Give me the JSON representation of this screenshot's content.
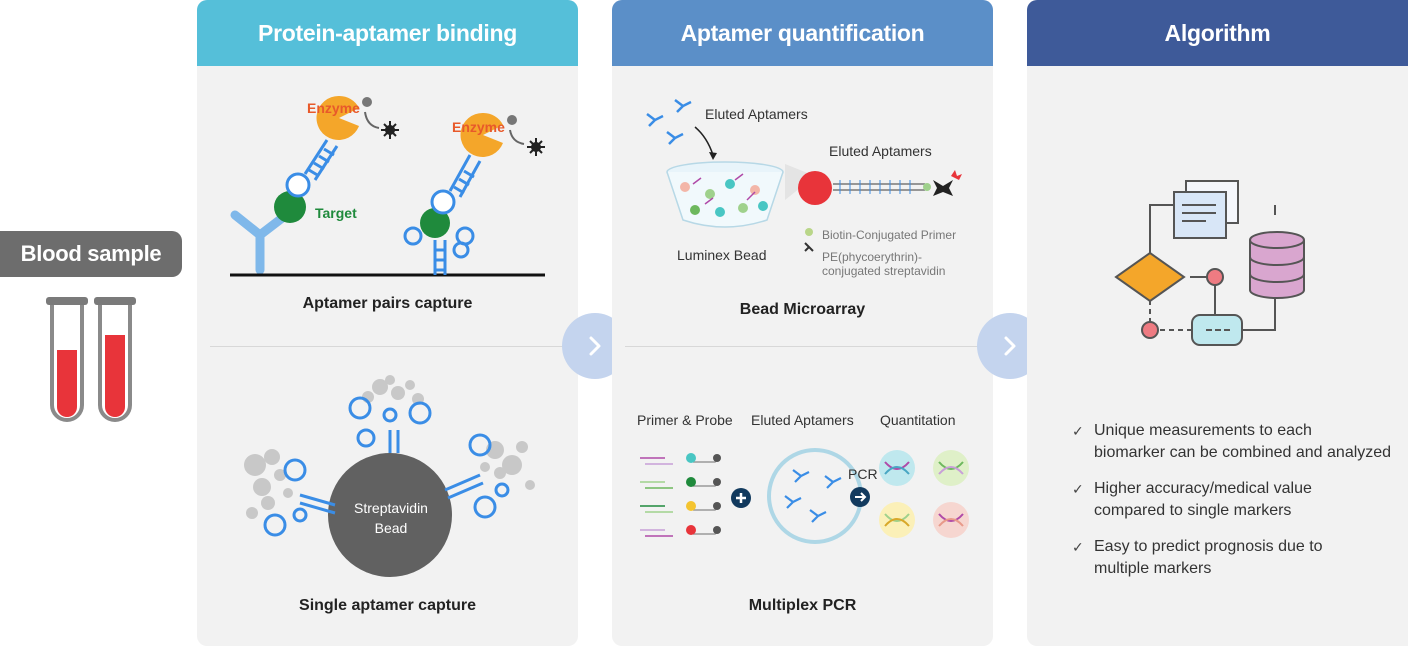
{
  "blood_sample": {
    "label": "Blood sample"
  },
  "panels": [
    {
      "title": "Protein-aptamer binding",
      "color": "#55bfd9",
      "captions": [
        "Aptamer pairs capture",
        "Single aptamer capture"
      ],
      "labels": {
        "enzyme": "Enzyme",
        "target": "Target",
        "bead_line1": "Streptavidin",
        "bead_line2": "Bead"
      }
    },
    {
      "title": "Aptamer quantification",
      "color": "#5b8fc8",
      "captions": [
        "Bead Microarray",
        "Multiplex PCR"
      ],
      "labels": {
        "eluted_1": "Eluted Aptamers",
        "eluted_2": "Eluted Aptamers",
        "luminex": "Luminex Bead",
        "biotin": "Biotin-Conjugated Primer",
        "pe_line1": "PE(phycoerythrin)-",
        "pe_line2": "conjugated streptavidin",
        "primer_probe": "Primer & Probe",
        "eluted_3": "Eluted Aptamers",
        "quantitation": "Quantitation",
        "pcr": "PCR"
      }
    },
    {
      "title": "Algorithm",
      "color": "#3e5a99",
      "bullets": [
        [
          "Unique measurements to each",
          "biomarker can be combined and analyzed"
        ],
        [
          "Higher accuracy/medical value",
          "compared to single markers"
        ],
        [
          "Easy to predict prognosis due to",
          "multiple markers"
        ]
      ]
    }
  ],
  "colors": {
    "accent_red": "#e8343a",
    "aptamer_blue": "#3a8de6",
    "target_green": "#1f8a3c",
    "enzyme_orange": "#f4a62a",
    "arrow_bg": "#c4d4ee"
  }
}
